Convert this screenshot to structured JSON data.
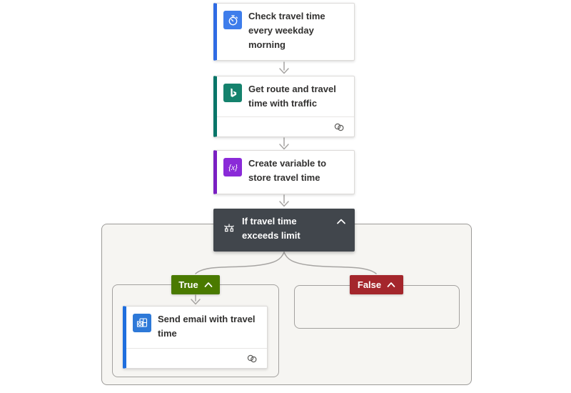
{
  "canvas": {
    "background": "#ffffff"
  },
  "colors": {
    "connector": "#a6a4a2",
    "card_text": "#323130",
    "card_border": "#dcdad8",
    "scope_background": "#f6f5f2",
    "scope_border": "#9c9a98",
    "branch_border": "#a3a19f",
    "condition_background": "#41464c"
  },
  "cards": {
    "trigger": {
      "title": "Check travel time\nevery weekday\nmorning",
      "icon": "stopwatch-icon",
      "icon_bg": "#3e7deb",
      "accent_color": "#2f6be4"
    },
    "get_route": {
      "title": "Get route and travel\ntime with traffic",
      "icon": "bing-maps-icon",
      "icon_bg": "#15826d",
      "accent_color": "#077568",
      "connection_icon": "connection-link-icon"
    },
    "create_variable": {
      "title": "Create variable to\nstore travel time",
      "icon": "variable-icon",
      "icon_glyph": "{x}",
      "icon_bg": "#8a2ad8",
      "accent_color": "#7a1fc2"
    },
    "condition": {
      "title": "If travel time\nexceeds limit",
      "icon": "condition-icon",
      "background": "#41464c",
      "collapse_icon": "chevron-up-icon"
    },
    "send_email": {
      "title": "Send email with travel\ntime",
      "icon": "outlook-icon",
      "icon_bg": "#2e79d8",
      "accent_color": "#1f6ede",
      "connection_icon": "connection-link-icon"
    }
  },
  "branches": {
    "true_branch": {
      "label": "True",
      "badge_color": "#4a7a00",
      "collapse_icon": "chevron-up-icon"
    },
    "false_branch": {
      "label": "False",
      "badge_color": "#a4262c",
      "collapse_icon": "chevron-up-icon"
    }
  }
}
